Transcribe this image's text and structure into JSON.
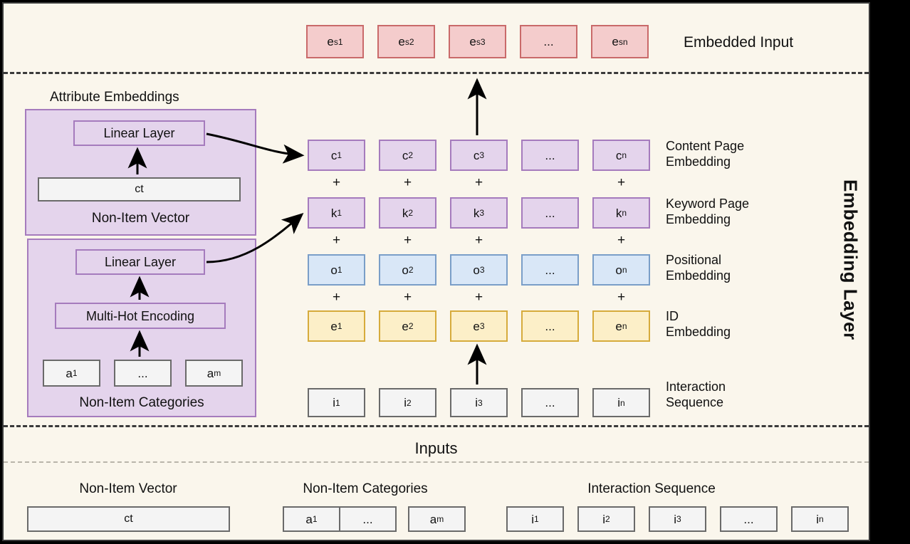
{
  "figure": {
    "vertical_title": "Embedding Layer",
    "section_divider_label": "Inputs"
  },
  "embedded_input": {
    "row_label": "Embedded Input",
    "cells": [
      "e s1",
      "e s2",
      "e s3",
      "...",
      "e sn"
    ],
    "cells_base": [
      "e",
      "e",
      "e",
      "...",
      "e"
    ],
    "cells_sub": [
      "s1",
      "s2",
      "s3",
      "",
      "sn"
    ],
    "color": "#f4cccc",
    "border": "#c96a6a"
  },
  "attribute_embeddings": {
    "title": "Attribute Embeddings",
    "non_item_vector": {
      "caption": "Non-Item Vector",
      "linear_layer": "Linear Layer",
      "vector_box": "ct"
    },
    "non_item_categories": {
      "caption": "Non-Item Categories",
      "linear_layer": "Linear Layer",
      "multi_hot": "Multi-Hot Encoding",
      "cells_base": [
        "a",
        "...",
        "a"
      ],
      "cells_sub": [
        "1",
        "",
        "m"
      ]
    }
  },
  "stack": {
    "rows": [
      {
        "name": "content-page-embedding",
        "label": "Content Page\nEmbedding",
        "style": "purple",
        "cells_base": [
          "c",
          "c",
          "c",
          "...",
          "c"
        ],
        "cells_sub": [
          "1",
          "2",
          "3",
          "",
          "n"
        ],
        "color": "#e4d4ec",
        "border": "#a57bbd"
      },
      {
        "name": "keyword-page-embedding",
        "label": "Keyword Page\nEmbedding",
        "style": "purple",
        "cells_base": [
          "k",
          "k",
          "k",
          "...",
          "k"
        ],
        "cells_sub": [
          "1",
          "2",
          "3",
          "",
          "n"
        ],
        "color": "#e4d4ec",
        "border": "#a57bbd"
      },
      {
        "name": "positional-embedding",
        "label": "Positional\nEmbedding",
        "style": "blue",
        "cells_base": [
          "o",
          "o",
          "o",
          "...",
          "o"
        ],
        "cells_sub": [
          "1",
          "2",
          "3",
          "",
          "n"
        ],
        "color": "#d9e7f7",
        "border": "#7a9ec8"
      },
      {
        "name": "id-embedding",
        "label": "ID\nEmbedding",
        "style": "yellow",
        "cells_base": [
          "e",
          "e",
          "e",
          "...",
          "e"
        ],
        "cells_sub": [
          "1",
          "2",
          "3",
          "",
          "n"
        ],
        "color": "#fcefc8",
        "border": "#d6ab3c"
      },
      {
        "name": "interaction-sequence",
        "label": "Interaction\nSequence",
        "style": "grey",
        "cells_base": [
          "i",
          "i",
          "i",
          "...",
          "i"
        ],
        "cells_sub": [
          "1",
          "2",
          "3",
          "",
          "n"
        ],
        "color": "#f4f4f4",
        "border": "#6a6a6a"
      }
    ],
    "plus_symbol": "+"
  },
  "inputs": {
    "groups": [
      {
        "caption": "Non-Item Vector",
        "cells_base": [
          "ct"
        ],
        "cells_sub": [
          ""
        ]
      },
      {
        "caption": "Non-Item Categories",
        "cells_base": [
          "a",
          "...",
          "a"
        ],
        "cells_sub": [
          "1",
          "",
          "m"
        ]
      },
      {
        "caption": "Interaction Sequence",
        "cells_base": [
          "i",
          "i",
          "i",
          "...",
          "i"
        ],
        "cells_sub": [
          "1",
          "2",
          "3",
          "",
          "n"
        ]
      }
    ]
  }
}
